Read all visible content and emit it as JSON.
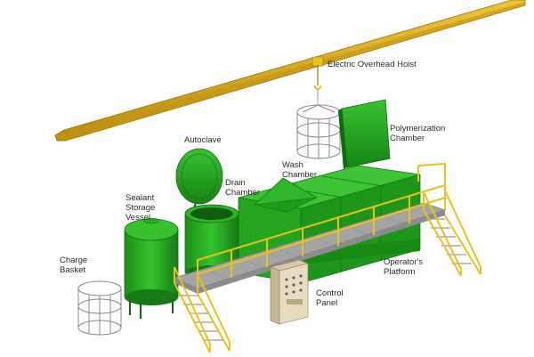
{
  "labels": {
    "hoist": "Electric Overhead Hoist",
    "autoclave": "Autoclave",
    "polymerization_1": "Polymerization",
    "polymerization_2": "Chamber",
    "wash_1": "Wash",
    "wash_2": "Chamber",
    "drain_1": "Drain",
    "drain_2": "Chamber",
    "sealant_1": "Sealant",
    "sealant_2": "Storage",
    "sealant_3": "Vessel",
    "charge_1": "Charge",
    "charge_2": "Basket",
    "operator_1": "Operator's",
    "operator_2": "Platform",
    "control_1": "Control",
    "control_2": "Panel"
  },
  "colors": {
    "equipment_green": "#22a81e",
    "equipment_dark": "#127a12",
    "rail_yellow": "#e8c21e",
    "beam_yellow": "#d9a81a",
    "platform_grey": "#a4a4a4",
    "panel_beige": "#e8dcc0"
  }
}
